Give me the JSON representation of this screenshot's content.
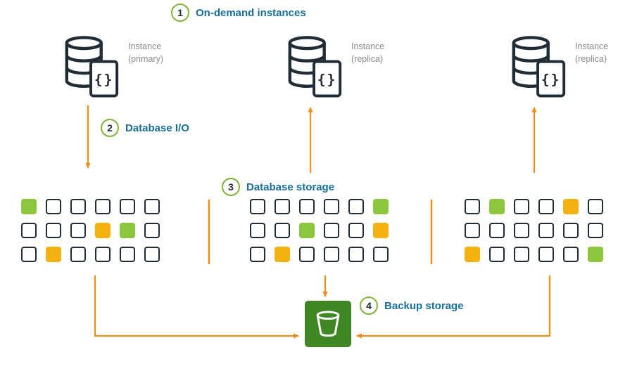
{
  "colors": {
    "label_blue": "#176e99",
    "orange": "#ef8d15",
    "green": "#8cc63f",
    "yellow": "#f3b112",
    "dark": "#202d36",
    "circle_border": "#7fb436",
    "gray_text": "#8b8b8b",
    "bucket_green": "#3f8624"
  },
  "steps": [
    {
      "number": "1",
      "label": "On-demand instances"
    },
    {
      "number": "2",
      "label": "Database I/O"
    },
    {
      "number": "3",
      "label": "Database storage"
    },
    {
      "number": "4",
      "label": "Backup storage"
    }
  ],
  "instances": [
    {
      "line1": "Instance",
      "line2": "(primary)"
    },
    {
      "line1": "Instance",
      "line2": "(replica)"
    },
    {
      "line1": "Instance",
      "line2": "(replica)"
    }
  ],
  "icons": {
    "code_glyph": "{}"
  },
  "storage": {
    "grids": [
      {
        "rows": [
          [
            "green",
            "empty",
            "empty",
            "empty",
            "empty",
            "empty"
          ],
          [
            "empty",
            "empty",
            "empty",
            "yellow",
            "green",
            "empty"
          ],
          [
            "empty",
            "yellow",
            "empty",
            "empty",
            "empty",
            "empty"
          ]
        ]
      },
      {
        "rows": [
          [
            "empty",
            "empty",
            "empty",
            "empty",
            "empty",
            "green"
          ],
          [
            "empty",
            "empty",
            "green",
            "empty",
            "empty",
            "yellow"
          ],
          [
            "empty",
            "yellow",
            "empty",
            "empty",
            "empty",
            "empty"
          ]
        ]
      },
      {
        "rows": [
          [
            "empty",
            "green",
            "empty",
            "empty",
            "yellow",
            "empty"
          ],
          [
            "empty",
            "empty",
            "empty",
            "empty",
            "empty",
            "empty"
          ],
          [
            "yellow",
            "empty",
            "empty",
            "empty",
            "empty",
            "green"
          ]
        ]
      }
    ]
  }
}
